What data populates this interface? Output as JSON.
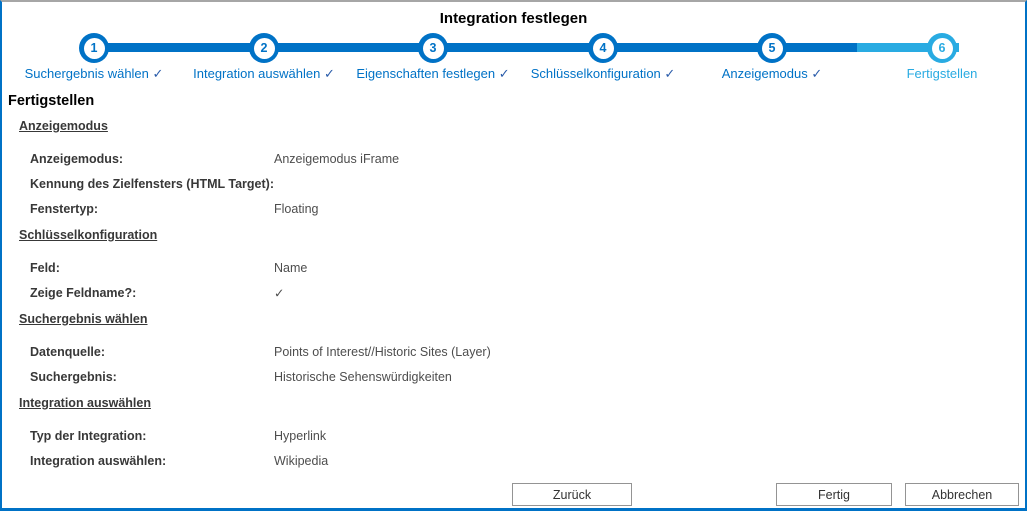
{
  "title": "Integration festlegen",
  "page_heading": "Fertigstellen",
  "colors": {
    "accent": "#0072C6",
    "current_step": "#29ABE2",
    "check": "#2A5CAA",
    "top_border": "#A6A6A6",
    "button_border": "#949494"
  },
  "stepper": {
    "check_glyph": "✓",
    "steps": [
      {
        "number": "1",
        "label": "Suchergebnis wählen",
        "completed": true,
        "current": false
      },
      {
        "number": "2",
        "label": "Integration auswählen",
        "completed": true,
        "current": false
      },
      {
        "number": "3",
        "label": "Eigenschaften festlegen",
        "completed": true,
        "current": false
      },
      {
        "number": "4",
        "label": "Schlüsselkonfiguration",
        "completed": true,
        "current": false
      },
      {
        "number": "5",
        "label": "Anzeigemodus",
        "completed": true,
        "current": false
      },
      {
        "number": "6",
        "label": "Fertigstellen",
        "completed": false,
        "current": true
      }
    ]
  },
  "summary": {
    "sections": [
      {
        "heading": "Anzeigemodus",
        "rows": [
          {
            "label": "Anzeigemodus:",
            "value": "Anzeigemodus iFrame"
          },
          {
            "label": "Kennung des Zielfensters (HTML Target):",
            "value": ""
          },
          {
            "label": "Fenstertyp:",
            "value": "Floating"
          }
        ]
      },
      {
        "heading": "Schlüsselkonfiguration",
        "rows": [
          {
            "label": "Feld:",
            "value": "Name"
          },
          {
            "label": "Zeige Feldname?:",
            "value": "✓"
          }
        ]
      },
      {
        "heading": "Suchergebnis wählen",
        "rows": [
          {
            "label": "Datenquelle:",
            "value": "Points of Interest//Historic Sites (Layer)"
          },
          {
            "label": "Suchergebnis:",
            "value": "Historische Sehenswürdigkeiten"
          }
        ]
      },
      {
        "heading": "Integration auswählen",
        "rows": [
          {
            "label": "Typ der Integration:",
            "value": "Hyperlink"
          },
          {
            "label": "Integration auswählen:",
            "value": "Wikipedia"
          }
        ]
      }
    ]
  },
  "buttons": {
    "back": "Zurück",
    "finish": "Fertig",
    "cancel": "Abbrechen"
  }
}
